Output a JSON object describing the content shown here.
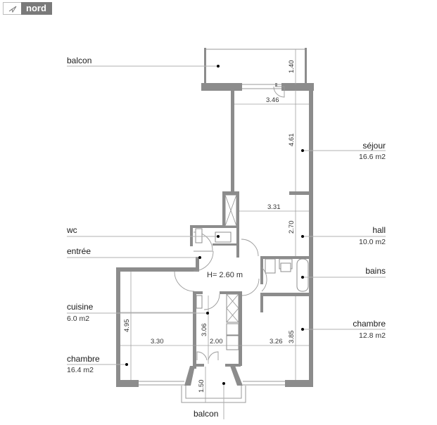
{
  "badge": {
    "label": "nord",
    "icon": "compass-arrow-icon"
  },
  "ceiling_height": "H= 2.60 m",
  "rooms": {
    "balcon_top": {
      "name": "balcon"
    },
    "sejour": {
      "name": "séjour",
      "area": "16.6 m2"
    },
    "wc": {
      "name": "wc"
    },
    "entree": {
      "name": "entrée"
    },
    "hall": {
      "name": "hall",
      "area": "10.0 m2"
    },
    "bains": {
      "name": "bains"
    },
    "cuisine": {
      "name": "cuisine",
      "area": "6.0 m2"
    },
    "chambre_right": {
      "name": "chambre",
      "area": "12.8 m2"
    },
    "chambre_left": {
      "name": "chambre",
      "area": "16.4 m2"
    },
    "balcon_bottom": {
      "name": "balcon"
    }
  },
  "dimensions": {
    "balcon_top_depth": "1.40",
    "sejour_width": "3.46",
    "sejour_depth": "4.61",
    "hall_width": "3.31",
    "hall_depth": "2.70",
    "chambre_left_depth": "4.95",
    "chambre_left_width": "3.30",
    "cuisine_depth": "3.06",
    "cuisine_width": "2.00",
    "chambre_right_width": "3.26",
    "chambre_right_depth": "3.85",
    "balcon_bottom_depth": "1.50"
  }
}
